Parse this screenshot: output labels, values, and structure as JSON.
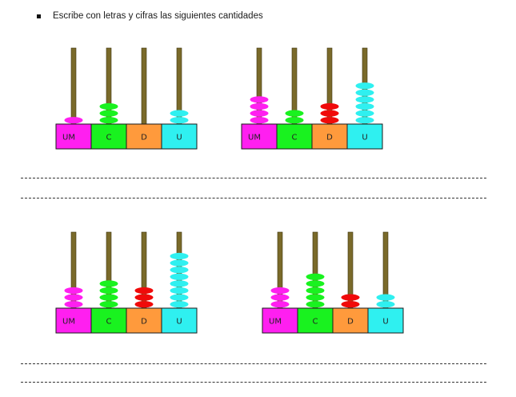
{
  "instruction": {
    "bullet": "square-bullet-icon",
    "text": "Escribe con letras y cifras las siguientes cantidades"
  },
  "column_labels": [
    "UM",
    "C",
    "D",
    "U"
  ],
  "colors": {
    "UM": "#ff1ff0",
    "C": "#19f21f",
    "D": "#ff9a3c",
    "U": "#2ff0f0",
    "D_beads": "#f00a0a",
    "rod": "#7a6a2a"
  },
  "abacuses": [
    {
      "beads": [
        1,
        3,
        0,
        2
      ]
    },
    {
      "beads": [
        4,
        2,
        3,
        6
      ]
    },
    {
      "beads": [
        3,
        4,
        3,
        8
      ]
    },
    {
      "beads": [
        3,
        5,
        2,
        2
      ]
    }
  ]
}
